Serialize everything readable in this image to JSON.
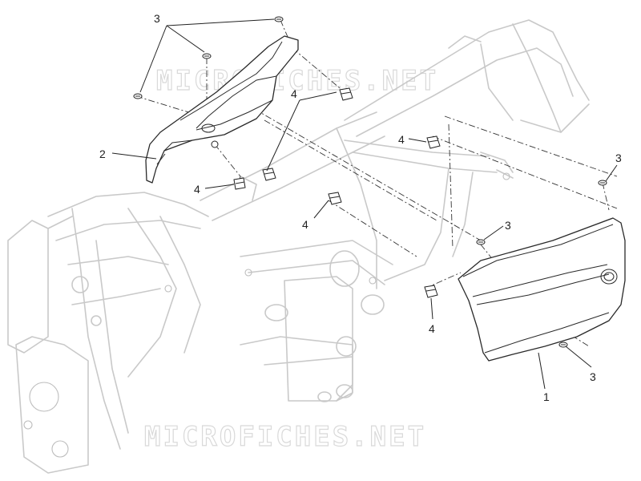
{
  "watermark": {
    "top": "MICROFICHES.NET",
    "bottom": "MICROFICHES.NET"
  },
  "callouts": [
    {
      "label": "3"
    },
    {
      "label": "2"
    },
    {
      "label": "4"
    },
    {
      "label": "4"
    },
    {
      "label": "4"
    },
    {
      "label": "4"
    },
    {
      "label": "4"
    },
    {
      "label": "3"
    },
    {
      "label": "3"
    },
    {
      "label": "3"
    },
    {
      "label": "1"
    }
  ]
}
